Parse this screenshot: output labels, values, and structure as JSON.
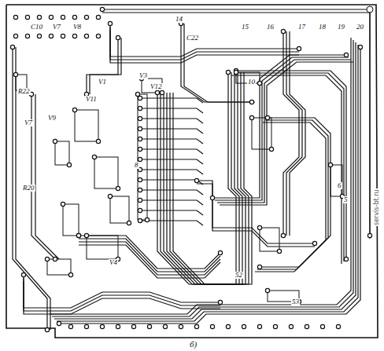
{
  "diagram": {
    "caption": "б)",
    "labels": [
      "C10",
      "V7",
      "V8",
      "R22",
      "R20",
      "V1",
      "V3",
      "V11",
      "V12",
      "V7",
      "V9",
      "V4",
      "C22",
      "14",
      "15",
      "16",
      "17",
      "18",
      "19",
      "20",
      "10",
      "8",
      "6",
      "5",
      "52",
      "53",
      "servis-bt.ru"
    ]
  }
}
